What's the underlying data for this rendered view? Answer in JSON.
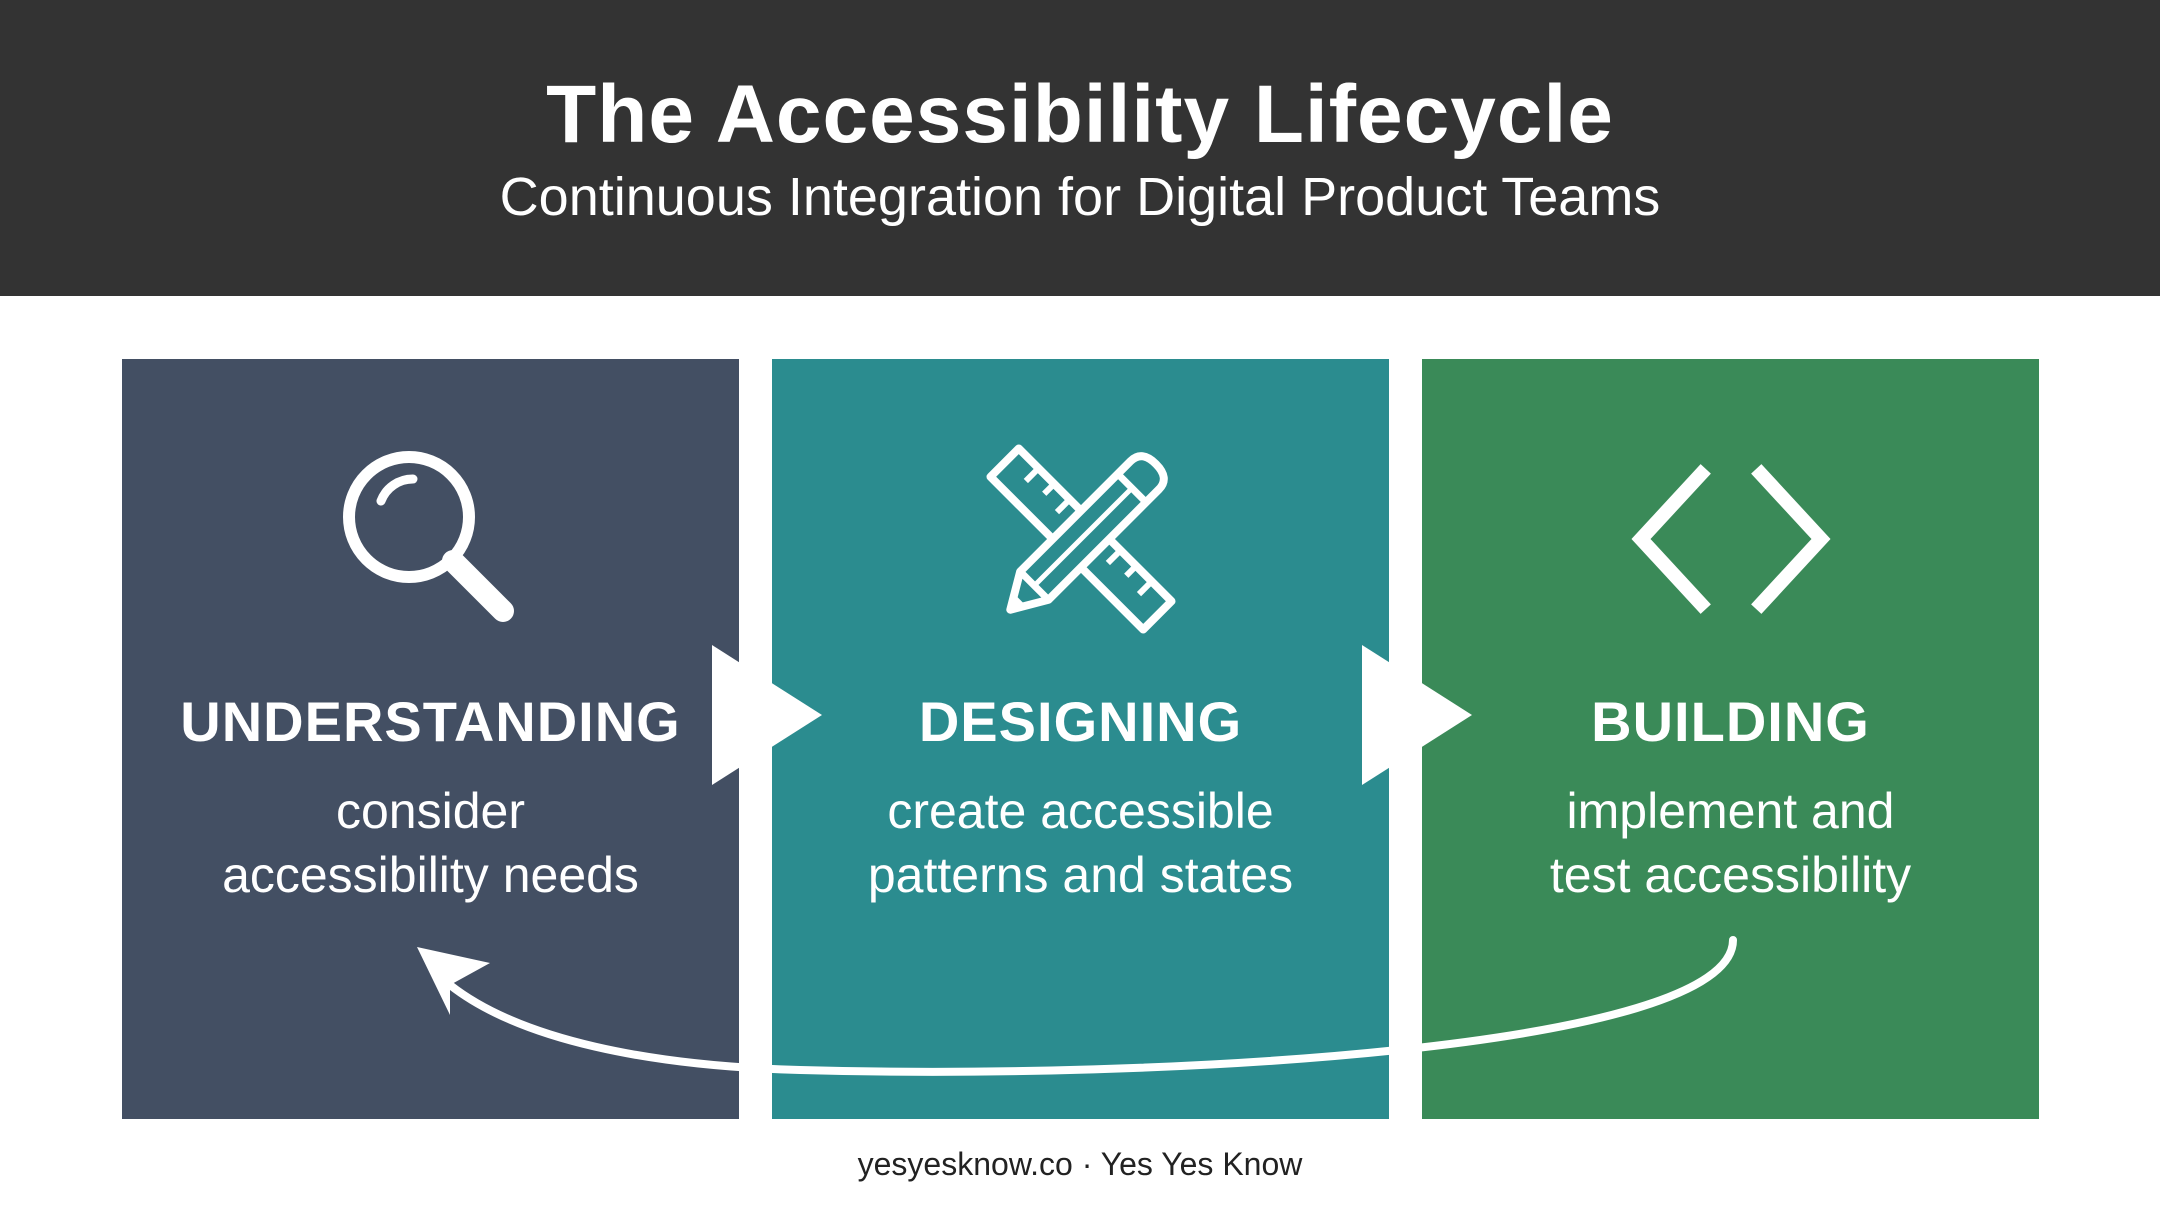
{
  "header": {
    "title": "The Accessibility Lifecycle",
    "subtitle": "Continuous Integration for Digital Product Teams"
  },
  "stages": [
    {
      "heading": "UNDERSTANDING",
      "desc_line1": "consider",
      "desc_line2": "accessibility needs",
      "icon": "magnifying-glass-icon",
      "color": "#434f63"
    },
    {
      "heading": "DESIGNING",
      "desc_line1": "create accessible",
      "desc_line2": "patterns and states",
      "icon": "ruler-pencil-icon",
      "color": "#2b8c8f"
    },
    {
      "heading": "BUILDING",
      "desc_line1": "implement and",
      "desc_line2": "test accessibility",
      "icon": "code-brackets-icon",
      "color": "#3a8a58"
    }
  ],
  "footer": {
    "text": "yesyesknow.co · Yes Yes Know"
  }
}
